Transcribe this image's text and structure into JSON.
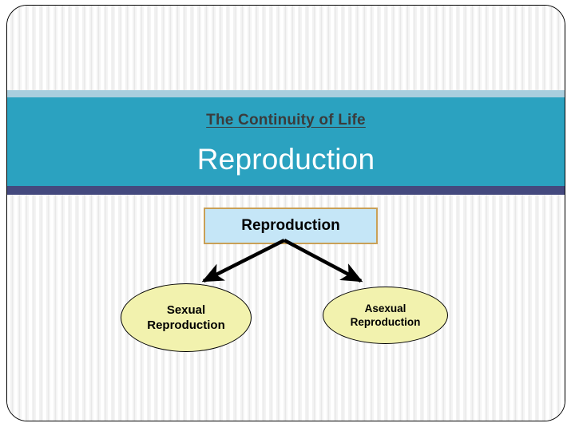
{
  "slide": {
    "kicker": "The Continuity of Life",
    "title": "Reproduction",
    "colors": {
      "band_light": "#a9cede",
      "band_main": "#2ba2c0",
      "band_dark": "#44497e",
      "box_fill": "#c5e6f7",
      "box_border": "#c9a057",
      "ellipse_fill": "#f2f2ae",
      "ellipse_border": "#000000",
      "kicker_text": "#3b3b3b",
      "title_text": "#ffffff",
      "arrow": "#000000",
      "frame": "#000000"
    }
  },
  "diagram": {
    "type": "tree",
    "root": {
      "label": "Reproduction",
      "shape": "rectangle"
    },
    "children": [
      {
        "shape": "ellipse",
        "label_line1": "Sexual",
        "label_line2": "Reproduction"
      },
      {
        "shape": "ellipse",
        "label_line1": "Asexual",
        "label_line2": "Reproduction"
      }
    ],
    "connectors": [
      {
        "from": "root",
        "to": "sexual",
        "style": "arrow"
      },
      {
        "from": "root",
        "to": "asexual",
        "style": "arrow"
      }
    ]
  }
}
